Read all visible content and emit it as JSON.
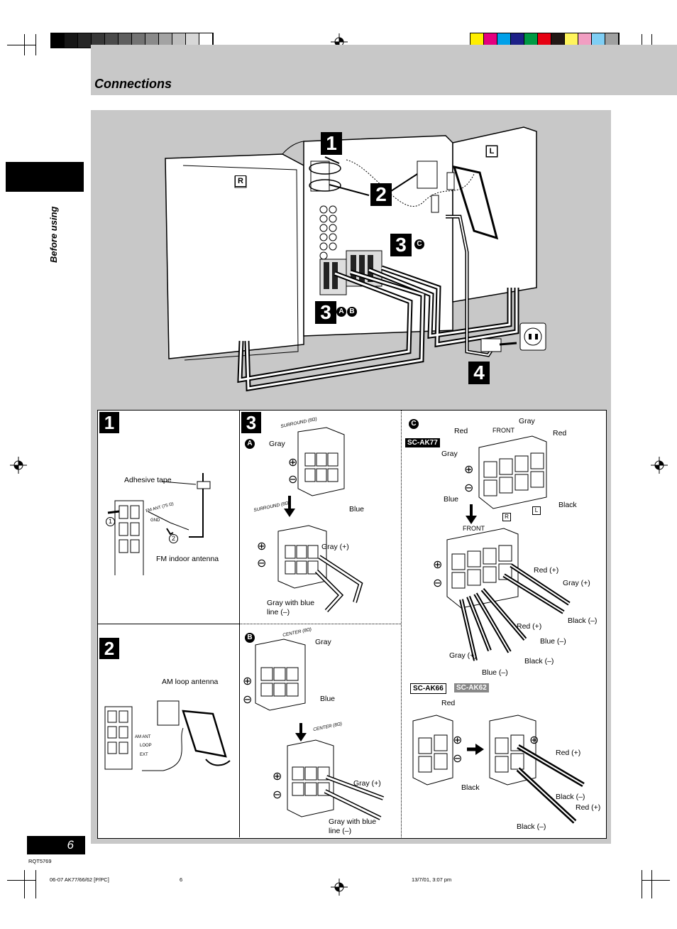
{
  "header": {
    "title": "Connections"
  },
  "side_tab": {
    "label": "Before using"
  },
  "color_bar": {
    "grays": [
      "#000000",
      "#161616",
      "#262626",
      "#383838",
      "#4a4a4a",
      "#5e5e5e",
      "#737373",
      "#8a8a8a",
      "#a3a3a3",
      "#bdbdbd",
      "#d7d7d7",
      "#ffffff"
    ],
    "colors": [
      "#ffee00",
      "#e4007f",
      "#00a0e9",
      "#1d2088",
      "#009944",
      "#e60012",
      "#231815",
      "#fff45c",
      "#f19ec2",
      "#7fcef4",
      "#9fa0a0"
    ]
  },
  "overview": {
    "steps": [
      "1",
      "2",
      "3",
      "3",
      "4"
    ],
    "markers": {
      "c": "C",
      "a": "A",
      "b": "B"
    },
    "speaker_r": "R",
    "speaker_l": "L"
  },
  "panel1": {
    "step": "1",
    "adhesive_tape": "Adhesive tape",
    "fm_antenna": "FM indoor antenna",
    "num1": "1",
    "num2": "2",
    "fm_ant_small": "FM ANT (75 Ω)",
    "gnd_small": "GND"
  },
  "panel2": {
    "step": "2",
    "am_antenna": "AM loop antenna",
    "am_ant_small": "AM ANT",
    "loop_small": "LOOP",
    "ext_small": "EXT"
  },
  "panel3": {
    "step": "3",
    "sub_a": "A",
    "sub_b": "B",
    "sub_c": "C",
    "surround_small": "SURROUND (8Ω)",
    "center_small": "CENTER (8Ω)",
    "gray": "Gray",
    "blue": "Blue",
    "gray_plus": "Gray (+)",
    "gray_blue_line": "Gray with blue line (–)",
    "gray_plus_b": "Gray (+)",
    "gray_blue_line_b": "Gray with blue line (–)"
  },
  "panelC": {
    "model1": "SC-AK77",
    "model2": "SC-AK66",
    "model3": "SC-AK62",
    "front": "FRONT",
    "red": "Red",
    "gray": "Gray",
    "blue": "Blue",
    "black": "Black",
    "red_plus": "Red (+)",
    "gray_plus": "Gray (+)",
    "black_minus": "Black (–)",
    "blue_minus": "Blue (–)",
    "hf_r": "R",
    "hf_l": "L"
  },
  "footer": {
    "page_number": "6",
    "doc_code": "RQT5769",
    "file": "06-07 AK77/66/62 [P/PC]",
    "page": "6",
    "timestamp": "13/7/01, 3:07 pm"
  }
}
